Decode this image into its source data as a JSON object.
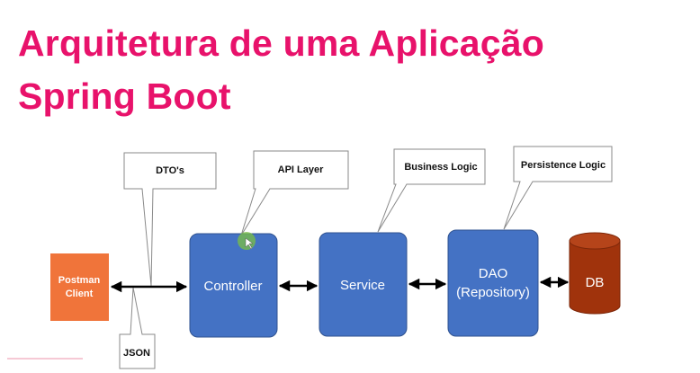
{
  "title": {
    "line1": "Arquitetura de uma Aplicação",
    "line2": "Spring Boot"
  },
  "callouts": {
    "dtos": "DTO's",
    "api_layer": "API Layer",
    "business_logic": "Business Logic",
    "persistence_logic": "Persistence Logic",
    "json": "JSON"
  },
  "client": {
    "line1": "Postman",
    "line2": "Client"
  },
  "components": {
    "controller": "Controller",
    "service": "Service",
    "dao_line1": "DAO",
    "dao_line2": "(Repository)",
    "db": "DB"
  },
  "colors": {
    "title": "#e8126b",
    "client_fill": "#f0743a",
    "component_fill": "#4472c4",
    "db_fill": "#a0330c"
  }
}
